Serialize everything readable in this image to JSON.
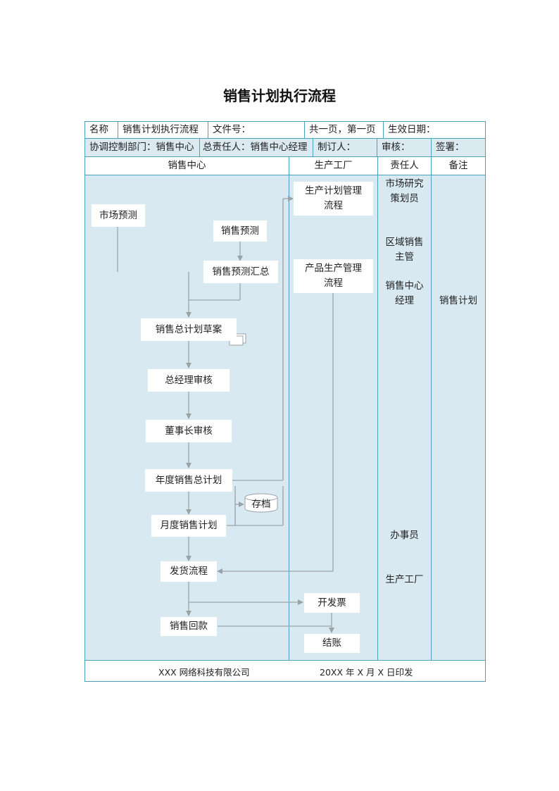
{
  "title": "销售计划执行流程",
  "header": {
    "row1": {
      "name_label": "名称",
      "name_value": "销售计划执行流程",
      "file_no": "文件号：",
      "pages": "共一页，第一页",
      "effective_date": "生效日期："
    },
    "row2": {
      "dept": "协调控制部门：销售中心",
      "owner": "总责任人：销售中心经理",
      "maker": "制订人：",
      "review": "审核：",
      "sign": "签署："
    }
  },
  "columns": {
    "sales_center": "销售中心",
    "factory": "生产工厂",
    "responsible": "责任人",
    "notes": "备注"
  },
  "nodes": {
    "market_forecast": "市场预测",
    "sales_forecast": "销售预测",
    "forecast_summary": "销售预测汇总",
    "total_plan_draft": "销售总计划草案",
    "gm_review": "总经理审核",
    "chairman_review": "董事长审核",
    "annual_plan": "年度销售总计划",
    "archive": "存档",
    "monthly_plan": "月度销售计划",
    "shipping_process": "发货流程",
    "sales_collection": "销售回款",
    "production_plan_mgmt": "生产计划管理\n流程",
    "product_production_mgmt": "产品生产管理\n流程",
    "invoice": "开发票",
    "settlement": "结账"
  },
  "responsible": {
    "r1": "市场研究\n策划员",
    "r2": "区域销售\n主管",
    "r3": "销售中心\n经理",
    "r4": "办事员",
    "r5": "生产工厂"
  },
  "notes": {
    "n1": "销售计划"
  },
  "footer": {
    "company": "XXX 网络科技有限公司",
    "date": "20XX 年 X 月 X 日印发"
  }
}
